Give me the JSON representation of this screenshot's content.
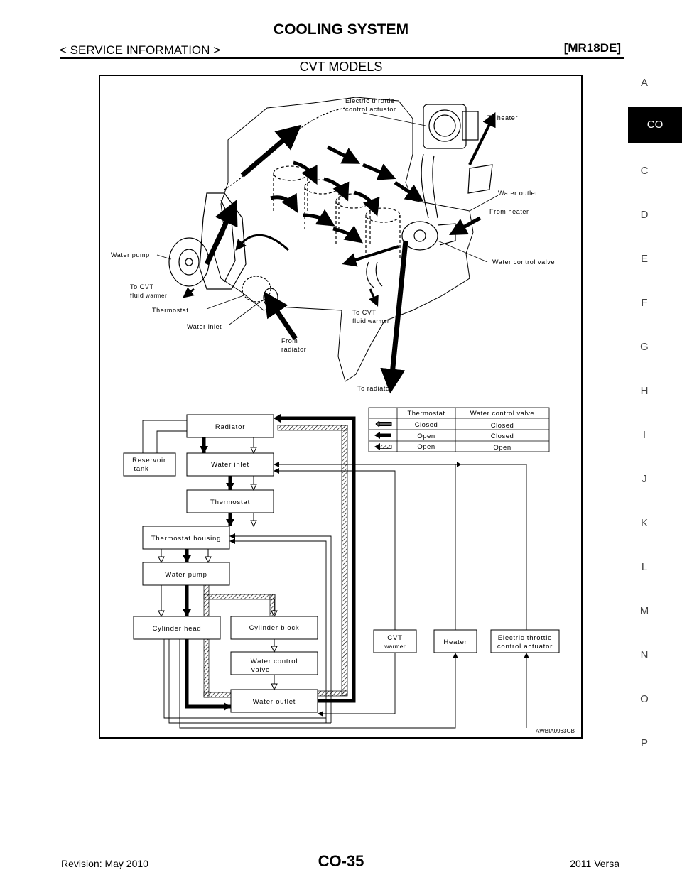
{
  "header": {
    "title": "COOLING SYSTEM",
    "subtitle": "< SERVICE INFORMATION >",
    "model": "[MR18DE]"
  },
  "section_title": "CVT MODELS",
  "sidebar": {
    "letters": [
      "A",
      "CO",
      "C",
      "D",
      "E",
      "F",
      "G",
      "H",
      "I",
      "J",
      "K",
      "L",
      "M",
      "N",
      "O",
      "P"
    ],
    "active": "CO"
  },
  "engine_labels": {
    "throttle_1": "Electric throttle",
    "throttle_2": "control actuator",
    "to_heater": "To heater",
    "water_outlet": "Water outlet",
    "from_heater": "From heater",
    "water_control_valve": "Water control valve",
    "water_pump": "Water pump",
    "to_cvt_1": "To CVT",
    "fluid": "fluid",
    "warmer": "warmer",
    "thermostat": "Thermostat",
    "water_inlet": "Water inlet",
    "from": "From",
    "radiator": "radiator",
    "to_radiator": "To radiator"
  },
  "legend": {
    "headers": [
      "Thermostat",
      "Water control valve"
    ],
    "rows": [
      {
        "thermostat": "Closed",
        "valve": "Closed"
      },
      {
        "thermostat": "Open",
        "valve": "Closed"
      },
      {
        "thermostat": "Open",
        "valve": "Open"
      }
    ]
  },
  "flow_boxes": {
    "radiator": "Radiator",
    "reservoir_1": "Reservoir",
    "reservoir_2": "tank",
    "water_inlet": "Water inlet",
    "thermostat": "Thermostat",
    "thermostat_housing": "Thermostat housing",
    "water_pump": "Water pump",
    "cylinder_head": "Cylinder head",
    "cylinder_block": "Cylinder block",
    "water_control_1": "Water control",
    "water_control_2": "valve",
    "water_outlet": "Water outlet",
    "cvt_1": "CVT",
    "cvt_2": "warmer",
    "heater": "Heater",
    "eta_1": "Electric throttle",
    "eta_2": "control actuator"
  },
  "figure_id": "AWBIA0963GB",
  "footer": {
    "revision": "Revision: May 2010",
    "page": "CO-35",
    "vehicle": "2011 Versa"
  },
  "colors": {
    "ink": "#000000",
    "side_active_bg": "#000000"
  }
}
